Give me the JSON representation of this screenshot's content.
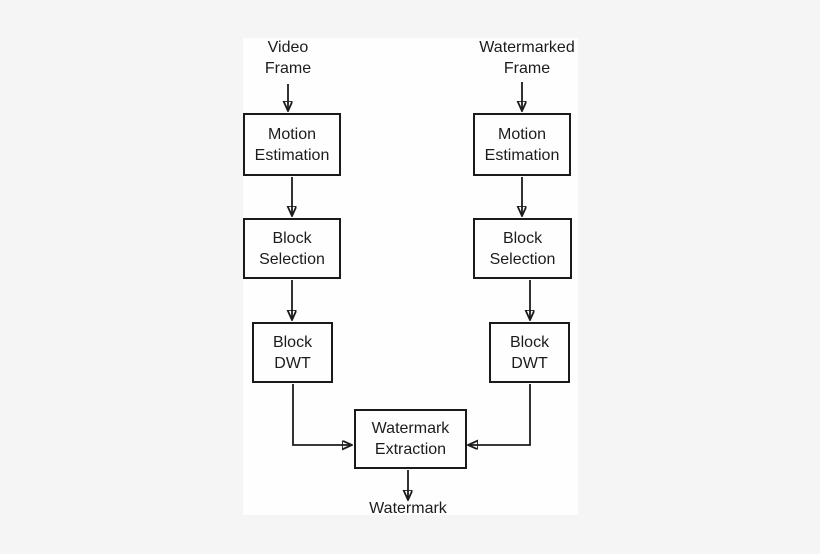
{
  "figure": {
    "description": "Watermark extraction flowchart",
    "colors": {
      "page_background": "#f5f5f6",
      "canvas_background": "#fefefe",
      "line_and_text": "#1c1c1c",
      "box_border": "#1a1a1a"
    }
  },
  "labels": {
    "video_frame": {
      "line1": "Video",
      "line2": "Frame"
    },
    "watermarked_frame": {
      "line1": "Watermarked",
      "line2": "Frame"
    },
    "watermark_output": "Watermark"
  },
  "nodes": {
    "motion_estimation_left": {
      "line1": "Motion",
      "line2": "Estimation"
    },
    "motion_estimation_right": {
      "line1": "Motion",
      "line2": "Estimation"
    },
    "block_selection_left": {
      "line1": "Block",
      "line2": "Selection"
    },
    "block_selection_right": {
      "line1": "Block",
      "line2": "Selection"
    },
    "block_dwt_left": {
      "line1": "Block",
      "line2": "DWT"
    },
    "block_dwt_right": {
      "line1": "Block",
      "line2": "DWT"
    },
    "watermark_extraction": {
      "line1": "Watermark",
      "line2": "Extraction"
    }
  }
}
